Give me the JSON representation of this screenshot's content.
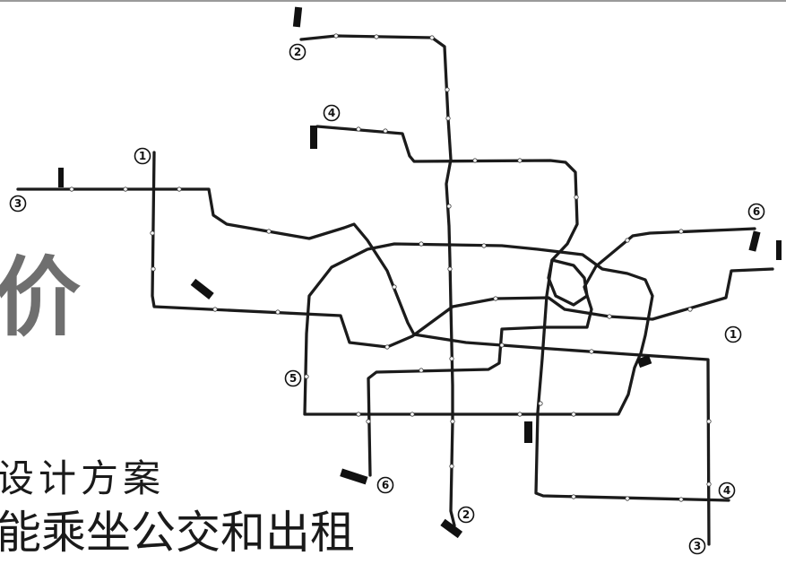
{
  "title_fragment": "价",
  "body_text": {
    "line_1": "设计方案",
    "line_2": "能乘坐公交和出租"
  },
  "map": {
    "line_markers": [
      "2",
      "4",
      "1",
      "3",
      "6",
      "1",
      "5",
      "6",
      "2",
      "4",
      "3"
    ],
    "colors": {
      "lines": "#1b1b1b",
      "title": "#6f6f6f",
      "text": "#1a1a1a"
    }
  }
}
